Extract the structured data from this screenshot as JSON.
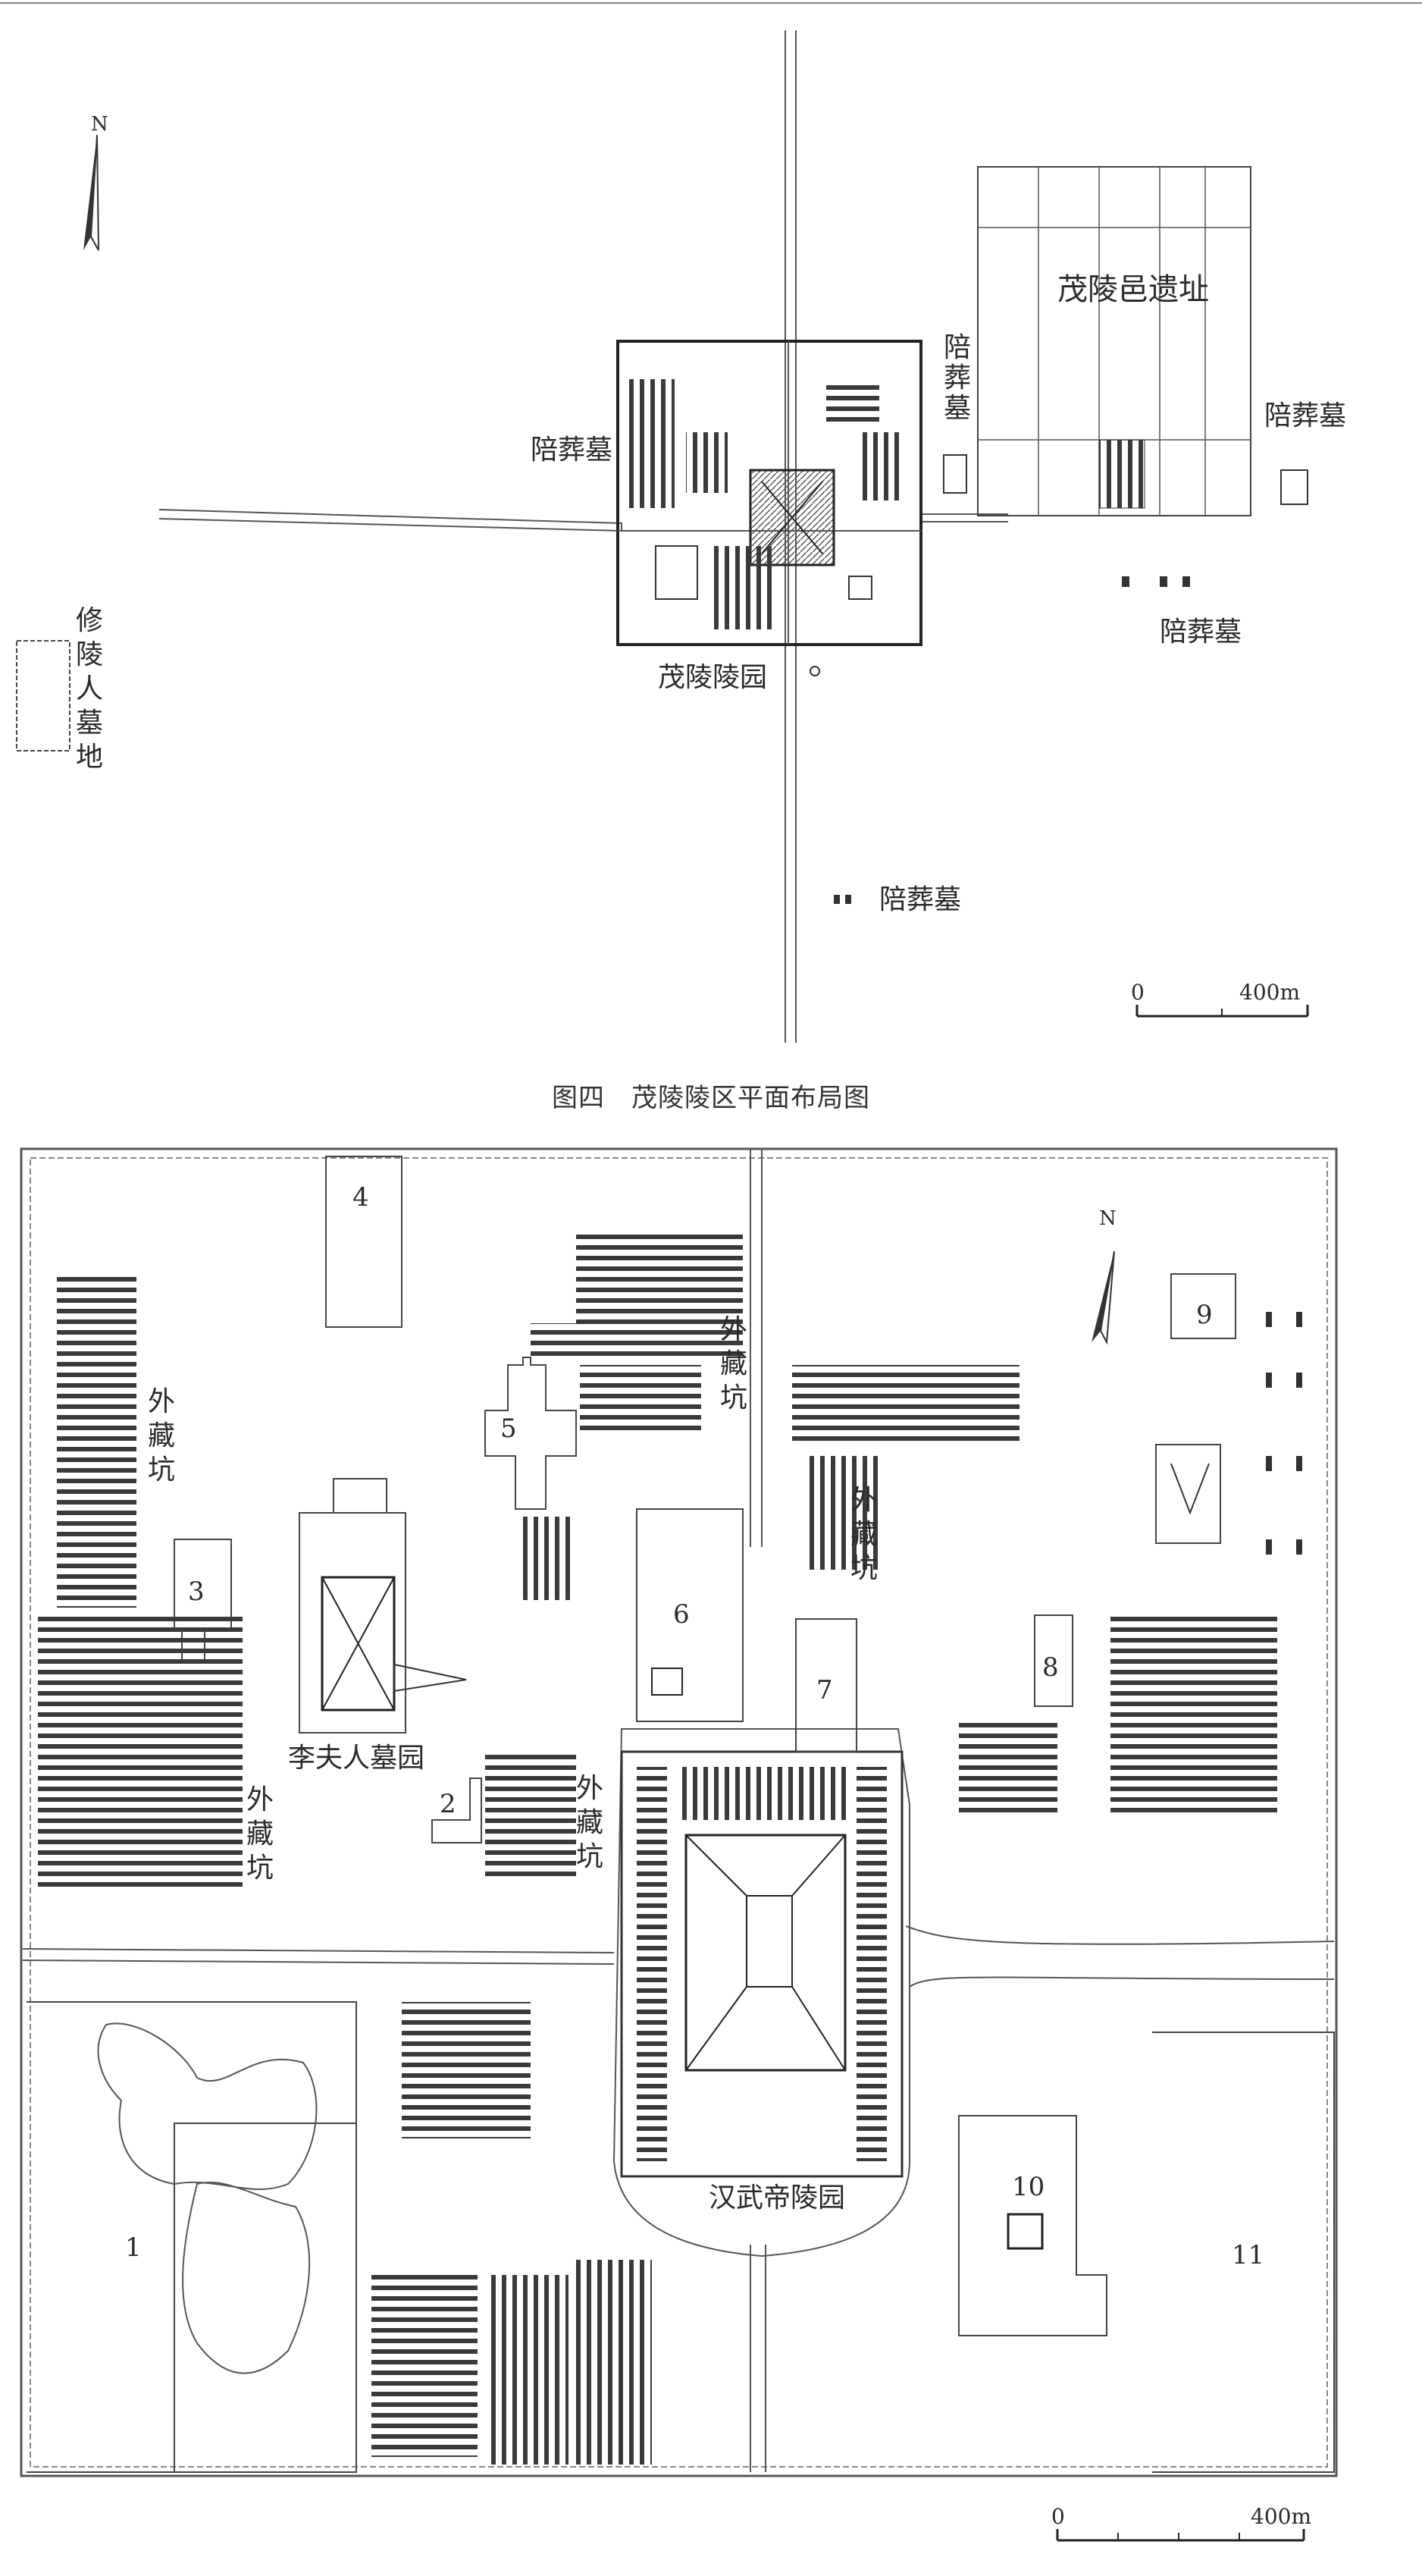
{
  "map1": {
    "caption": "图四　茂陵陵区平面布局图",
    "north": "N",
    "labels": {
      "peizangmu_w": "陪葬墓",
      "peizangmu_mid_1": "陪",
      "peizangmu_mid_2": "葬",
      "peizangmu_mid_3": "墓",
      "maoling_yi": "茂陵邑遗址",
      "peizangmu_e": "陪葬墓",
      "peizangmu_se": "陪葬墓",
      "maoling_lingyuan": "茂陵陵园",
      "xiuling_1": "修",
      "xiuling_2": "陵",
      "xiuling_3": "人",
      "xiuling_4": "墓",
      "xiuling_5": "地",
      "peizangmu_s": "陪葬墓"
    },
    "scale": {
      "start": "0",
      "end": "400m"
    }
  },
  "map2": {
    "north": "N",
    "labels": {
      "waicangkeng_nw_1": "外",
      "waicangkeng_nw_2": "藏",
      "waicangkeng_nw_3": "坑",
      "waicangkeng_n_1": "外",
      "waicangkeng_n_2": "藏",
      "waicangkeng_n_3": "坑",
      "waicangkeng_ne_1": "外",
      "waicangkeng_ne_2": "藏",
      "waicangkeng_ne_3": "坑",
      "waicangkeng_w_1": "外",
      "waicangkeng_w_2": "藏",
      "waicangkeng_w_3": "坑",
      "waicangkeng_c_1": "外",
      "waicangkeng_c_2": "藏",
      "waicangkeng_c_3": "坑",
      "lifuren": "李夫人墓园",
      "hanwudi": "汉武帝陵园",
      "n1": "1",
      "n2": "2",
      "n3": "3",
      "n4": "4",
      "n5": "5",
      "n6": "6",
      "n7": "7",
      "n8": "8",
      "n9": "9",
      "n10": "10",
      "n11": "11"
    },
    "scale": {
      "start": "0",
      "end": "400m"
    }
  }
}
